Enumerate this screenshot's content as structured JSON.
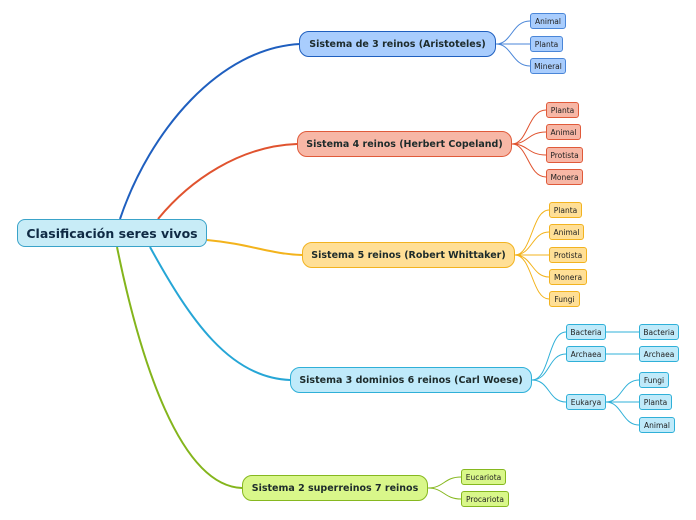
{
  "root": {
    "label": "Clasificación seres vivos"
  },
  "branches": [
    {
      "label": "Sistema de 3 reinos (Aristoteles)",
      "color": "#1f5fbf",
      "items": [
        "Animal",
        "Planta",
        "Mineral"
      ]
    },
    {
      "label": "Sistema 4 reinos (Herbert Copeland)",
      "color": "#e0532f",
      "items": [
        "Planta",
        "Animal",
        "Protista",
        "Monera"
      ]
    },
    {
      "label": "Sistema 5 reinos (Robert Whittaker)",
      "color": "#f3b31c",
      "items": [
        "Planta",
        "Animal",
        "Protista",
        "Monera",
        "Fungi"
      ]
    },
    {
      "label": "Sistema 3 dominios 6 reinos (Carl Woese)",
      "color": "#26a6d6",
      "items": [
        {
          "label": "Bacteria",
          "children": [
            "Bacteria"
          ]
        },
        {
          "label": "Archaea",
          "children": [
            "Archaea"
          ]
        },
        {
          "label": "Eukarya",
          "children": [
            "Fungi",
            "Planta",
            "Animal"
          ]
        }
      ]
    },
    {
      "label": "Sistema 2 superreinos 7 reinos",
      "color": "#84b51c",
      "items": [
        "Eucariota",
        "Procariota"
      ]
    }
  ]
}
